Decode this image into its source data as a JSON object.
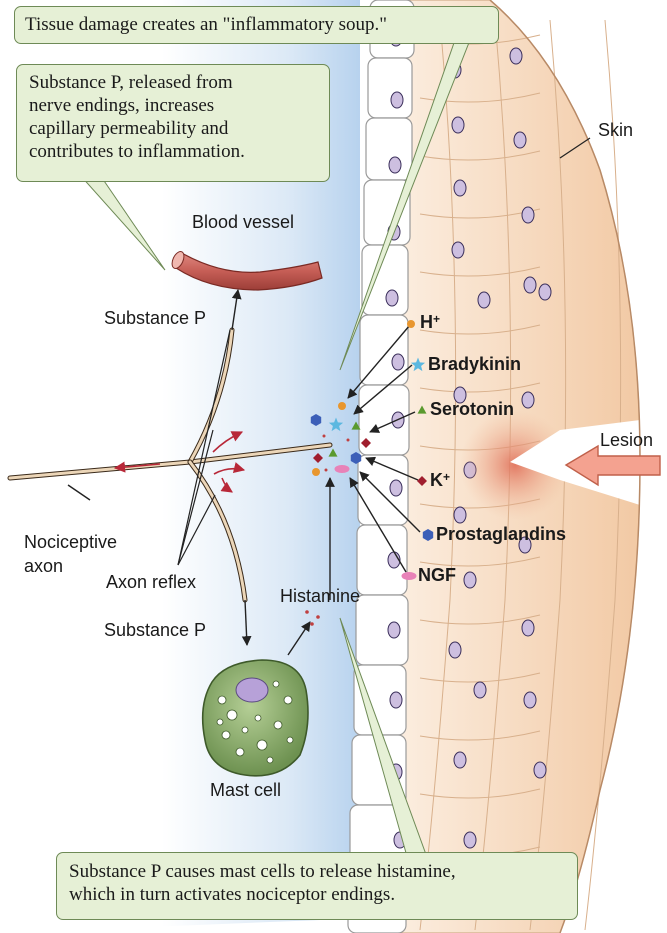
{
  "callouts": {
    "tissue_damage": "Tissue damage creates an \"inflammatory soup.\"",
    "substance_p_line1": "Substance P, released from",
    "substance_p_line2": "nerve endings, increases",
    "substance_p_line3": "capillary permeability and",
    "substance_p_line4": "contributes to inflammation.",
    "mast_cells_line1": "Substance P causes mast cells to release histamine,",
    "mast_cells_line2": "which in turn activates nociceptor endings."
  },
  "labels": {
    "skin": "Skin",
    "blood_vessel": "Blood vessel",
    "substance_p_top": "Substance P",
    "substance_p_bottom": "Substance P",
    "nociceptive_axon_line1": "Nociceptive",
    "nociceptive_axon_line2": "axon",
    "axon_reflex": "Axon reflex",
    "histamine": "Histamine",
    "mast_cell": "Mast cell",
    "lesion": "Lesion"
  },
  "mediators": {
    "h_plus": {
      "text": "H",
      "sup": "+",
      "marker": "circle",
      "color": "#e8962e"
    },
    "bradykinin": {
      "text": "Bradykinin",
      "marker": "star",
      "color": "#5cb8e0"
    },
    "serotonin": {
      "text": "Serotonin",
      "marker": "triangle",
      "color": "#5a9a2e"
    },
    "k_plus": {
      "text": "K",
      "sup": "+",
      "marker": "diamond",
      "color": "#a01e2e"
    },
    "prostaglandins": {
      "text": "Prostaglandins",
      "marker": "hexagon",
      "color": "#3c5fb8"
    },
    "ngf": {
      "text": "NGF",
      "marker": "ellipse",
      "color": "#e882b8"
    }
  },
  "colors": {
    "callout_fill": "#e6f0d6",
    "callout_border": "#6e8a56",
    "blood_vessel": "#c0605a",
    "nerve": "#e8d0b0",
    "mast_cell": "#86a866",
    "lesion_arrow": "#f0a090",
    "skin_cell": "#fae2c8",
    "nucleus": "#cdbfe0",
    "reflex_arrow": "#b82838"
  }
}
